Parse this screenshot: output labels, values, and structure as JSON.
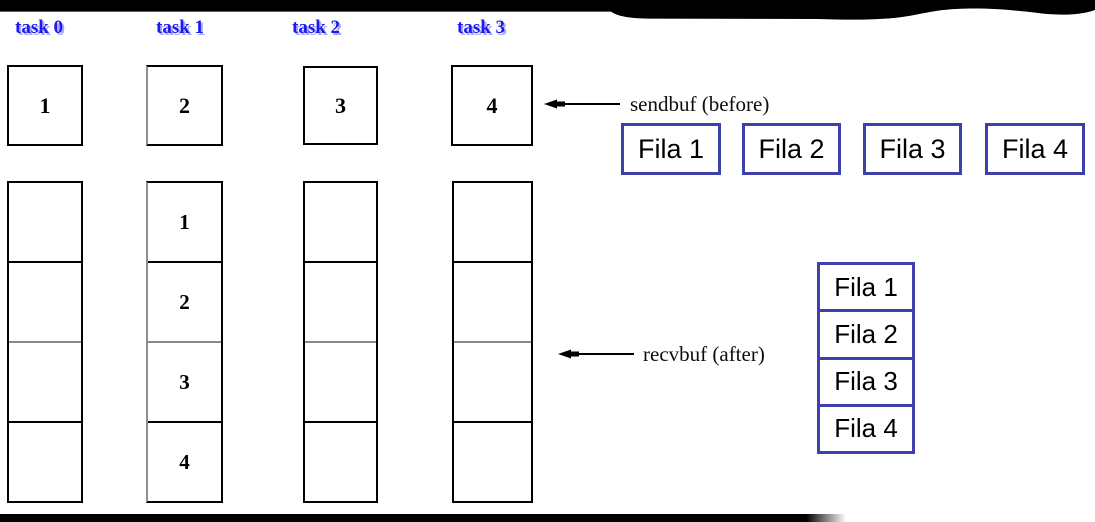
{
  "diagram": {
    "tasks": [
      {
        "label": "task 0",
        "sendbuf": "1",
        "recvbuf": [
          "",
          "",
          "",
          ""
        ]
      },
      {
        "label": "task 1",
        "sendbuf": "2",
        "recvbuf": [
          "1",
          "2",
          "3",
          "4"
        ]
      },
      {
        "label": "task 2",
        "sendbuf": "3",
        "recvbuf": [
          "",
          "",
          "",
          ""
        ]
      },
      {
        "label": "task 3",
        "sendbuf": "4",
        "recvbuf": [
          "",
          "",
          "",
          ""
        ]
      }
    ],
    "annotations": {
      "sendbuf": "sendbuf (before)",
      "recvbuf": "recvbuf (after)"
    },
    "fila_row": [
      "Fila 1",
      "Fila 2",
      "Fila 3",
      "Fila 4"
    ],
    "fila_stack": [
      "Fila 1",
      "Fila 2",
      "Fila 3",
      "Fila 4"
    ],
    "icons": {
      "sendbuf_arrow": "left-arrow",
      "recvbuf_arrow": "left-arrow"
    },
    "colors": {
      "task_label": "#1b1bef",
      "task_label_shadow": "#a9a9f5",
      "fila_border": "#3f3fae",
      "line": "#000000",
      "background": "#ffffff"
    }
  }
}
